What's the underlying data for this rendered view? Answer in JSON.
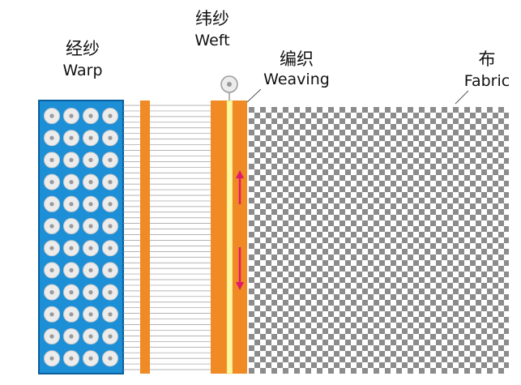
{
  "labels": {
    "warp": {
      "cn": "经纱",
      "en": "Warp"
    },
    "weft": {
      "cn": "纬纱",
      "en": "Weft"
    },
    "weaving": {
      "cn": "编织",
      "en": "Weaving"
    },
    "fabric": {
      "cn": "布",
      "en": "Fabric"
    }
  },
  "warp_spools": {
    "columns": 4,
    "rows": 12
  },
  "colors": {
    "creel_blue": "#1c8fd6",
    "creel_border": "#0a5f9c",
    "orange_bar": "#f08a24",
    "weft_yellow": "#fff6a0",
    "arrow_magenta": "#e0196e",
    "fabric_dark": "#8c8c8c",
    "fabric_light": "#ffffff",
    "thread_gray": "#9a9a9a",
    "spool_white": "#ececec"
  },
  "icons": {
    "spool": "spool-icon",
    "arrow_up": "arrow-up-icon",
    "arrow_down": "arrow-down-icon"
  }
}
